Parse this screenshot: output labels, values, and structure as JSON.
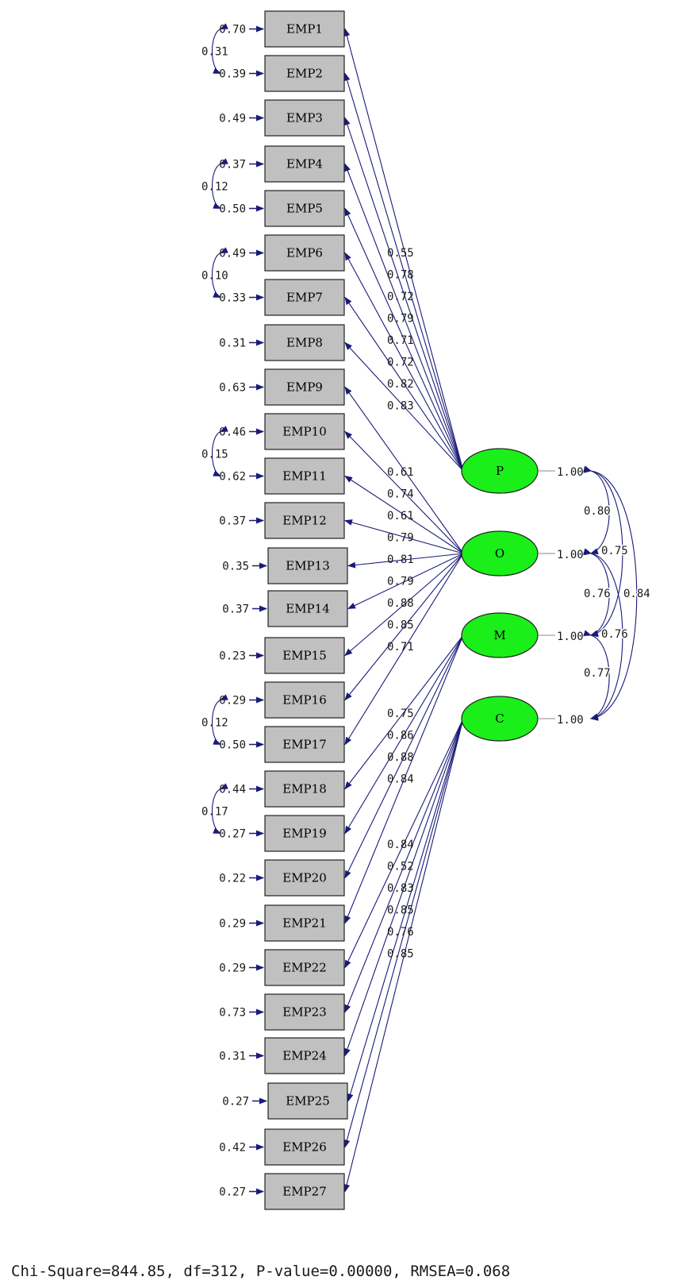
{
  "indicators": [
    {
      "label": "EMP1",
      "error": "0.70",
      "factor": "P",
      "loading": "0.55"
    },
    {
      "label": "EMP2",
      "error": "0.39",
      "factor": "P",
      "loading": "0.78"
    },
    {
      "label": "EMP3",
      "error": "0.49",
      "factor": "P",
      "loading": "0.72"
    },
    {
      "label": "EMP4",
      "error": "0.37",
      "factor": "P",
      "loading": "0.79"
    },
    {
      "label": "EMP5",
      "error": "0.50",
      "factor": "P",
      "loading": "0.71"
    },
    {
      "label": "EMP6",
      "error": "0.49",
      "factor": "P",
      "loading": "0.72"
    },
    {
      "label": "EMP7",
      "error": "0.33",
      "factor": "P",
      "loading": "0.82"
    },
    {
      "label": "EMP8",
      "error": "0.31",
      "factor": "P",
      "loading": "0.83"
    },
    {
      "label": "EMP9",
      "error": "0.63",
      "factor": "O",
      "loading": "0.61"
    },
    {
      "label": "EMP10",
      "error": "0.46",
      "factor": "O",
      "loading": "0.74"
    },
    {
      "label": "EMP11",
      "error": "0.62",
      "factor": "O",
      "loading": "0.61"
    },
    {
      "label": "EMP12",
      "error": "0.37",
      "factor": "O",
      "loading": "0.79"
    },
    {
      "label": "EMP13",
      "error": "0.35",
      "factor": "O",
      "loading": "0.81"
    },
    {
      "label": "EMP14",
      "error": "0.37",
      "factor": "O",
      "loading": "0.79"
    },
    {
      "label": "EMP15",
      "error": "0.23",
      "factor": "O",
      "loading": "0.88"
    },
    {
      "label": "EMP16",
      "error": "0.29",
      "factor": "O",
      "loading": "0.85"
    },
    {
      "label": "EMP17",
      "error": "0.50",
      "factor": "O",
      "loading": "0.71"
    },
    {
      "label": "EMP18",
      "error": "0.44",
      "factor": "M",
      "loading": "0.75"
    },
    {
      "label": "EMP19",
      "error": "0.27",
      "factor": "M",
      "loading": "0.86"
    },
    {
      "label": "EMP20",
      "error": "0.22",
      "factor": "M",
      "loading": "0.88"
    },
    {
      "label": "EMP21",
      "error": "0.29",
      "factor": "M",
      "loading": "0.84"
    },
    {
      "label": "EMP22",
      "error": "0.29",
      "factor": "C",
      "loading": "0.84"
    },
    {
      "label": "EMP23",
      "error": "0.73",
      "factor": "C",
      "loading": "0.52"
    },
    {
      "label": "EMP24",
      "error": "0.31",
      "factor": "C",
      "loading": "0.83"
    },
    {
      "label": "EMP25",
      "error": "0.27",
      "factor": "C",
      "loading": "0.85"
    },
    {
      "label": "EMP26",
      "error": "0.42",
      "factor": "C",
      "loading": "0.76"
    },
    {
      "label": "EMP27",
      "error": "0.27",
      "factor": "C",
      "loading": "0.85"
    }
  ],
  "factors": [
    {
      "label": "P",
      "variance": "1.00"
    },
    {
      "label": "O",
      "variance": "1.00"
    },
    {
      "label": "M",
      "variance": "1.00"
    },
    {
      "label": "C",
      "variance": "1.00"
    }
  ],
  "factor_correlations": [
    {
      "from": "P",
      "to": "O",
      "value": "0.80"
    },
    {
      "from": "P",
      "to": "M",
      "value": "0.75"
    },
    {
      "from": "P",
      "to": "C",
      "value": "0.84"
    },
    {
      "from": "O",
      "to": "M",
      "value": "0.76"
    },
    {
      "from": "O",
      "to": "C",
      "value": "0.76"
    },
    {
      "from": "M",
      "to": "C",
      "value": "0.77"
    }
  ],
  "error_covariances": [
    {
      "between": [
        "EMP1",
        "EMP2"
      ],
      "value": "0.31"
    },
    {
      "between": [
        "EMP4",
        "EMP5"
      ],
      "value": "0.12"
    },
    {
      "between": [
        "EMP6",
        "EMP7"
      ],
      "value": "0.10"
    },
    {
      "between": [
        "EMP10",
        "EMP11"
      ],
      "value": "0.15"
    },
    {
      "between": [
        "EMP16",
        "EMP17"
      ],
      "value": "0.12"
    },
    {
      "between": [
        "EMP18",
        "EMP19"
      ],
      "value": "0.17"
    }
  ],
  "fit_statistics": "Chi-Square=844.85, df=312, P-value=0.00000, RMSEA=0.068",
  "colors": {
    "line": "#1a1a7a",
    "box_fill": "#c0c0c0",
    "ellipse_fill": "#1aef1a",
    "text": "#1a1a1a"
  }
}
